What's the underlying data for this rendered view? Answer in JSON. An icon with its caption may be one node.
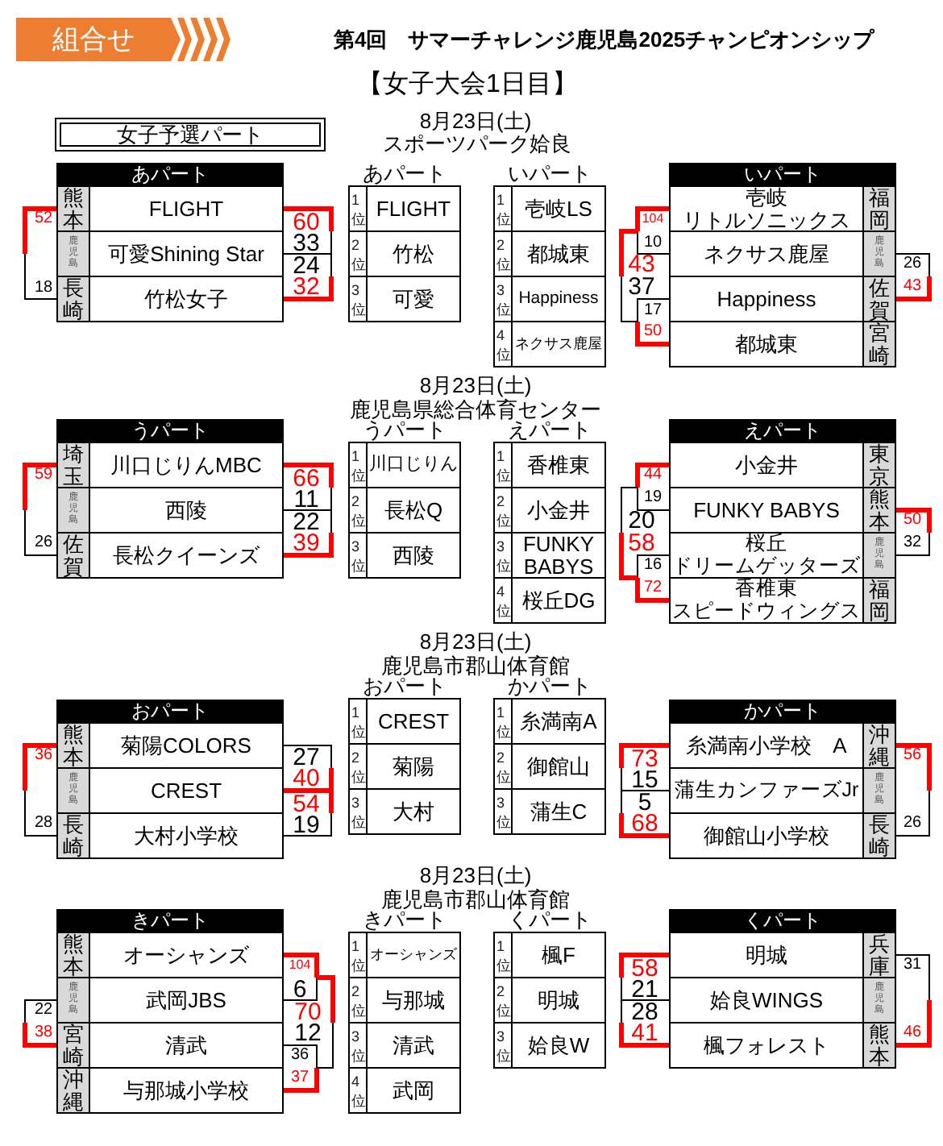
{
  "diagram": {
    "title": "第4回　サマーチャレンジ鹿児島2025チャンピオンシップ",
    "nodes": [
      {
        "text": [
          "組合せ"
        ]
      },
      {
        "text": [
          "女子予選パート"
        ]
      },
      {
        "text": [
          "あパート"
        ]
      },
      {
        "text": [
          "熊本",
          "FLIGHT"
        ],
        "in": 2
      },
      {
        "text": [
          "鹿児島",
          "可愛Shining Star"
        ],
        "in": 2
      },
      {
        "text": [
          "長崎",
          "竹松女子"
        ],
        "in": 2
      },
      {
        "text": [
          "あパート"
        ]
      },
      {
        "text": [
          "1位",
          "FLIGHT"
        ],
        "in": 6
      },
      {
        "text": [
          "2位",
          "竹松"
        ],
        "in": 6
      },
      {
        "text": [
          "3位",
          "可愛"
        ],
        "in": 6
      },
      {
        "text": [
          "いパート"
        ]
      },
      {
        "text": [
          "1位",
          "壱岐LS"
        ],
        "in": 10
      },
      {
        "text": [
          "2位",
          "都城東"
        ],
        "in": 10
      },
      {
        "text": [
          "3位",
          "Happiness"
        ],
        "in": 10
      },
      {
        "text": [
          "4位",
          "ネクサス鹿屋"
        ],
        "in": 10
      },
      {
        "text": [
          "いパート"
        ]
      },
      {
        "text": [
          "壱岐リトルソニックス",
          "福岡"
        ],
        "in": 15
      },
      {
        "text": [
          "ネクサス鹿屋",
          "鹿児島"
        ],
        "in": 15
      },
      {
        "text": [
          "Happiness",
          "佐賀"
        ],
        "in": 15
      },
      {
        "text": [
          "都城東",
          "宮崎"
        ],
        "in": 15
      },
      {
        "text": [
          "うパート"
        ]
      },
      {
        "text": [
          "埼玉",
          "川口じりんMBC"
        ],
        "in": 20
      },
      {
        "text": [
          "鹿児島",
          "西陵"
        ],
        "in": 20
      },
      {
        "text": [
          "佐賀",
          "長松クイーンズ"
        ],
        "in": 20
      },
      {
        "text": [
          "うパート"
        ]
      },
      {
        "text": [
          "1位",
          "川口じりん"
        ],
        "in": 24
      },
      {
        "text": [
          "2位",
          "長松Q"
        ],
        "in": 24
      },
      {
        "text": [
          "3位",
          "西陵"
        ],
        "in": 24
      },
      {
        "text": [
          "えパート"
        ]
      },
      {
        "text": [
          "1位",
          "香椎東"
        ],
        "in": 28
      },
      {
        "text": [
          "2位",
          "小金井"
        ],
        "in": 28
      },
      {
        "text": [
          "3位",
          "FUNKY BABYS"
        ],
        "in": 28
      },
      {
        "text": [
          "4位",
          "桜丘DG"
        ],
        "in": 28
      },
      {
        "text": [
          "えパート"
        ]
      },
      {
        "text": [
          "小金井",
          "東京"
        ],
        "in": 33
      },
      {
        "text": [
          "FUNKY BABYS",
          "熊本"
        ],
        "in": 33
      },
      {
        "text": [
          "桜丘ドリームゲッターズ",
          "鹿児島"
        ],
        "in": 33
      },
      {
        "text": [
          "香椎東スピードウィングス",
          "福岡"
        ],
        "in": 33
      },
      {
        "text": [
          "おパート"
        ]
      },
      {
        "text": [
          "熊本",
          "菊陽COLORS"
        ],
        "in": 38
      },
      {
        "text": [
          "鹿児島",
          "CREST"
        ],
        "in": 38
      },
      {
        "text": [
          "長崎",
          "大村小学校"
        ],
        "in": 38
      },
      {
        "text": [
          "おパート"
        ]
      },
      {
        "text": [
          "1位",
          "CREST"
        ],
        "in": 42
      },
      {
        "text": [
          "2位",
          "菊陽"
        ],
        "in": 42
      },
      {
        "text": [
          "3位",
          "大村"
        ],
        "in": 42
      },
      {
        "text": [
          "かパート"
        ]
      },
      {
        "text": [
          "1位",
          "糸満南A"
        ],
        "in": 46
      },
      {
        "text": [
          "2位",
          "御館山"
        ],
        "in": 46
      },
      {
        "text": [
          "3位",
          "蒲生C"
        ],
        "in": 46
      },
      {
        "text": [
          "かパート"
        ]
      },
      {
        "text": [
          "糸満南小学校　A",
          "沖縄"
        ],
        "in": 50
      },
      {
        "text": [
          "蒲生カンファーズJr",
          "鹿児島"
        ],
        "in": 50
      },
      {
        "text": [
          "御館山小学校",
          "長崎"
        ],
        "in": 50
      },
      {
        "text": [
          "きパート"
        ]
      },
      {
        "text": [
          "熊本",
          "オーシャンズ"
        ],
        "in": 54
      },
      {
        "text": [
          "鹿児島",
          "武岡JBS"
        ],
        "in": 54
      },
      {
        "text": [
          "宮崎",
          "清武"
        ],
        "in": 54
      },
      {
        "text": [
          "沖縄",
          "与那城小学校"
        ],
        "in": 54
      },
      {
        "text": [
          "きパート"
        ]
      },
      {
        "text": [
          "1位",
          "オーシャンズ"
        ],
        "in": 59
      },
      {
        "text": [
          "2位",
          "与那城"
        ],
        "in": 59
      },
      {
        "text": [
          "3位",
          "清武"
        ],
        "in": 59
      },
      {
        "text": [
          "4位",
          "武岡"
        ],
        "in": 59
      },
      {
        "text": [
          "くパート"
        ]
      },
      {
        "text": [
          "1位",
          "楓F"
        ],
        "in": 64
      },
      {
        "text": [
          "2位",
          "明城"
        ],
        "in": 64
      },
      {
        "text": [
          "3位",
          "姶良W"
        ],
        "in": 64
      },
      {
        "text": [
          "くパート"
        ]
      },
      {
        "text": [
          "明城",
          "兵庫"
        ],
        "in": 68
      },
      {
        "text": [
          "姶良WINGS",
          "鹿児島"
        ],
        "in": 68
      },
      {
        "text": [
          "楓フォレスト",
          "熊本"
        ],
        "in": 68
      }
    ],
    "edges": [
      {
        "from": 3,
        "to": 5,
        "arrow": "none"
      },
      {
        "from": 3,
        "to": 4,
        "arrow": "none"
      },
      {
        "from": 4,
        "to": 5,
        "arrow": "none"
      },
      {
        "from": 16,
        "to": 17,
        "arrow": "none"
      },
      {
        "from": 18,
        "to": 19,
        "arrow": "none"
      },
      {
        "from": 16,
        "to": 19,
        "arrow": "none"
      },
      {
        "from": 17,
        "to": 18,
        "arrow": "none"
      },
      {
        "from": 21,
        "to": 23,
        "arrow": "none"
      },
      {
        "from": 21,
        "to": 22,
        "arrow": "none"
      },
      {
        "from": 22,
        "to": 23,
        "arrow": "none"
      },
      {
        "from": 34,
        "to": 35,
        "arrow": "none"
      },
      {
        "from": 36,
        "to": 37,
        "arrow": "none"
      },
      {
        "from": 34,
        "to": 37,
        "arrow": "none"
      },
      {
        "from": 35,
        "to": 36,
        "arrow": "none"
      },
      {
        "from": 39,
        "to": 41,
        "arrow": "none"
      },
      {
        "from": 39,
        "to": 40,
        "arrow": "none"
      },
      {
        "from": 40,
        "to": 41,
        "arrow": "none"
      },
      {
        "from": 51,
        "to": 52,
        "arrow": "none"
      },
      {
        "from": 52,
        "to": 53,
        "arrow": "none"
      },
      {
        "from": 51,
        "to": 53,
        "arrow": "none"
      },
      {
        "from": 55,
        "to": 56,
        "arrow": "none"
      },
      {
        "from": 57,
        "to": 58,
        "arrow": "none"
      },
      {
        "from": 55,
        "to": 58,
        "arrow": "none"
      },
      {
        "from": 56,
        "to": 57,
        "arrow": "none"
      },
      {
        "from": 69,
        "to": 70,
        "arrow": "none"
      },
      {
        "from": 70,
        "to": 71,
        "arrow": "none"
      },
      {
        "from": 69,
        "to": 71,
        "arrow": "none"
      }
    ],
    "labels": [
      "【女子大会1日目】",
      "8月23日(土)",
      "スポーツパーク姶良",
      "52",
      "18",
      "60",
      "33",
      "24",
      "32",
      "104",
      "10",
      "43",
      "37",
      "17",
      "50",
      "26",
      "43",
      "8月23日(土)",
      "鹿児島県総合体育センター",
      "59",
      "26",
      "66",
      "11",
      "22",
      "39",
      "44",
      "19",
      "20",
      "58",
      "16",
      "72",
      "50",
      "32",
      "8月23日(土)",
      "鹿児島市郡山体育館",
      "36",
      "28",
      "27",
      "40",
      "54",
      "19",
      "73",
      "15",
      "5",
      "68",
      "56",
      "26",
      "8月23日(土)",
      "鹿児島市郡山体育館",
      "22",
      "38",
      "104",
      "6",
      "70",
      "12",
      "36",
      "37",
      "58",
      "21",
      "28",
      "41",
      "31",
      "46"
    ]
  }
}
